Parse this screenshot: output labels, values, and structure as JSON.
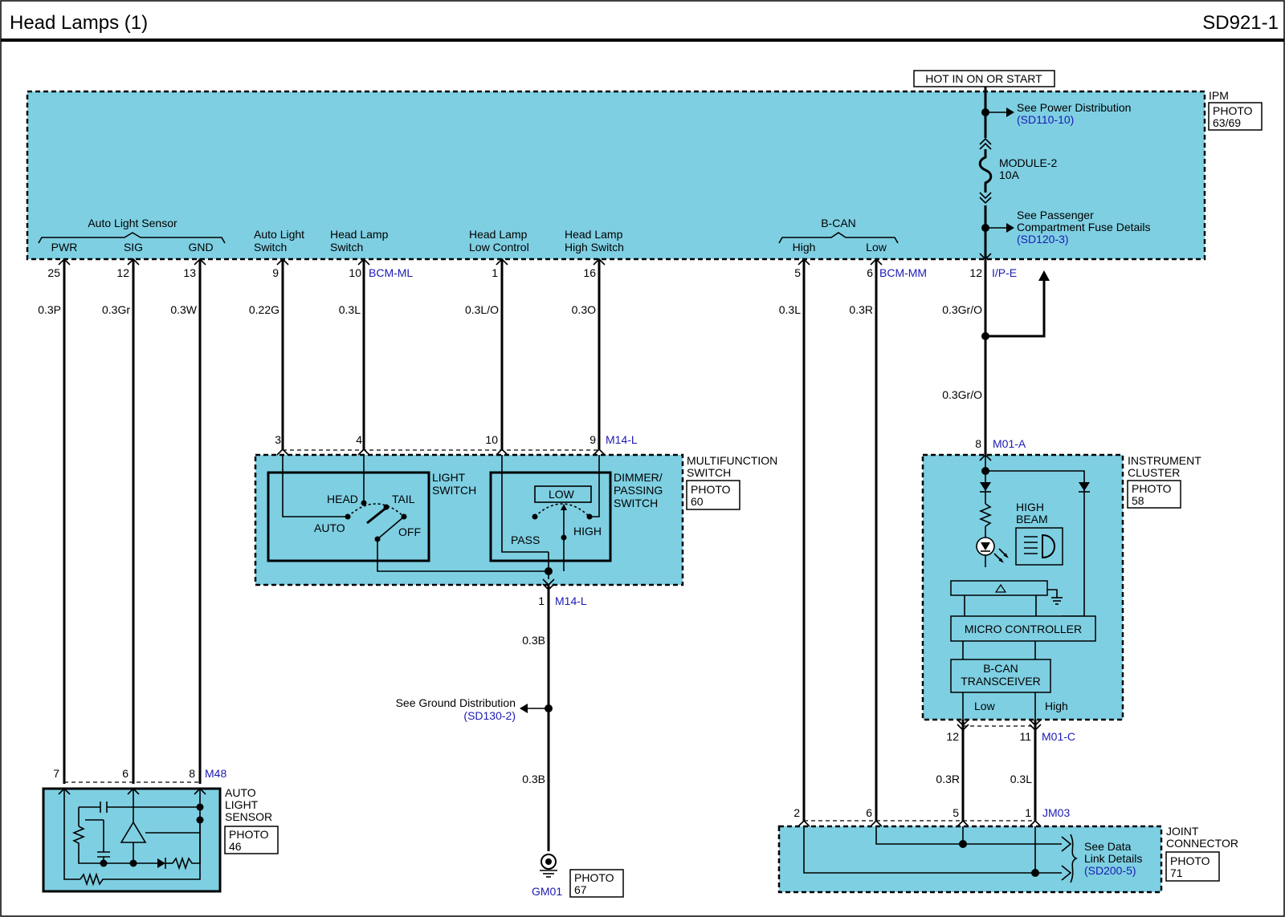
{
  "header": {
    "title": "Head Lamps (1)",
    "code": "SD921-1"
  },
  "power": {
    "hot_label": "HOT IN ON OR START"
  },
  "ipm": {
    "name": "IPM",
    "photo": "PHOTO",
    "photo_num": "63/69",
    "power_dist": "See Power Distribution",
    "power_dist_ref": "(SD110-10)",
    "fuse_name": "MODULE-2",
    "fuse_rating": "10A",
    "pass_fuse_1": "See Passenger",
    "pass_fuse_2": "Compartment Fuse Details",
    "pass_fuse_ref": "(SD120-3)",
    "group_auto_light": "Auto Light Sensor",
    "pwr": "PWR",
    "sig": "SIG",
    "gnd": "GND",
    "auto_light_sw_1": "Auto Light",
    "auto_light_sw_2": "Switch",
    "head_lamp_sw_1": "Head Lamp",
    "head_lamp_sw_2": "Switch",
    "low_ctrl_1": "Head Lamp",
    "low_ctrl_2": "Low Control",
    "high_sw_1": "Head Lamp",
    "high_sw_2": "High Switch",
    "bcan": "B-CAN",
    "bcan_high": "High",
    "bcan_low": "Low",
    "connector_bcm_ml": "BCM-ML",
    "connector_bcm_mm": "BCM-MM",
    "connector_ipe": "I/P-E",
    "pins": [
      "25",
      "12",
      "13",
      "9",
      "10",
      "1",
      "16",
      "5",
      "6",
      "12"
    ]
  },
  "wires": {
    "w1": "0.3P",
    "w2": "0.3Gr",
    "w3": "0.3W",
    "w4": "0.22G",
    "w5": "0.3L",
    "w6": "0.3L/O",
    "w7": "0.3O",
    "w8": "0.3L",
    "w9": "0.3R",
    "w10": "0.3Gr/O",
    "w11": "0.3Gr/O",
    "w12": "0.3B",
    "w13": "0.3B",
    "w14": "0.3R",
    "w15": "0.3L"
  },
  "multifunction": {
    "name_1": "MULTIFUNCTION",
    "name_2": "SWITCH",
    "photo": "PHOTO",
    "photo_num": "60",
    "connector_top": "M14-L",
    "connector_bottom": "M14-L",
    "pins_top": [
      "3",
      "4",
      "10",
      "9"
    ],
    "pin_bottom": "1",
    "light_switch_1": "LIGHT",
    "light_switch_2": "SWITCH",
    "head": "HEAD",
    "tail": "TAIL",
    "auto": "AUTO",
    "off": "OFF",
    "dimmer_1": "DIMMER/",
    "dimmer_2": "PASSING",
    "dimmer_3": "SWITCH",
    "low": "LOW",
    "pass": "PASS",
    "high": "HIGH"
  },
  "ground": {
    "see_ground": "See Ground Distribution",
    "ground_ref": "(SD130-2)",
    "ground_id": "GM01",
    "photo": "PHOTO",
    "photo_num": "67"
  },
  "cluster": {
    "name_1": "INSTRUMENT",
    "name_2": "CLUSTER",
    "photo": "PHOTO",
    "photo_num": "58",
    "connector_top": "M01-A",
    "pin_top": "8",
    "high_beam_1": "HIGH",
    "high_beam_2": "BEAM",
    "micro": "MICRO CONTROLLER",
    "bcan_1": "B-CAN",
    "bcan_2": "TRANSCEIVER",
    "low": "Low",
    "high": "High",
    "connector_bottom": "M01-C",
    "pins_bottom": [
      "12",
      "11"
    ]
  },
  "sensor": {
    "name_1": "AUTO",
    "name_2": "LIGHT",
    "name_3": "SENSOR",
    "photo": "PHOTO",
    "photo_num": "46",
    "connector": "M48",
    "pins": [
      "7",
      "6",
      "8"
    ]
  },
  "joint": {
    "name_1": "JOINT",
    "name_2": "CONNECTOR",
    "photo": "PHOTO",
    "photo_num": "71",
    "connector": "JM03",
    "pins": [
      "2",
      "6",
      "5",
      "1"
    ],
    "see_1": "See Data",
    "see_2": "Link Details",
    "see_ref": "(SD200-5)"
  }
}
